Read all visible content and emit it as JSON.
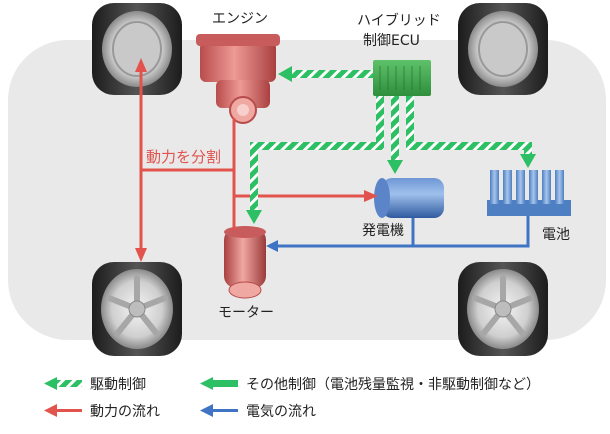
{
  "labels": {
    "engine": "エンジン",
    "ecu_line1": "ハイブリッド",
    "ecu_line2": "制御ECU",
    "power_split": "動力を分割",
    "generator": "発電機",
    "battery": "電池",
    "motor": "モーター"
  },
  "legend": {
    "drive_control": "駆動制御",
    "other_control": "その他制御（電池残量監視・非駆動制御など）",
    "power_flow": "動力の流れ",
    "electric_flow": "電気の流れ"
  },
  "colors": {
    "drive_control": "#2dbf63",
    "power_flow": "#e2534d",
    "electric_flow": "#3f74c4",
    "body": "#e9e9e9"
  }
}
